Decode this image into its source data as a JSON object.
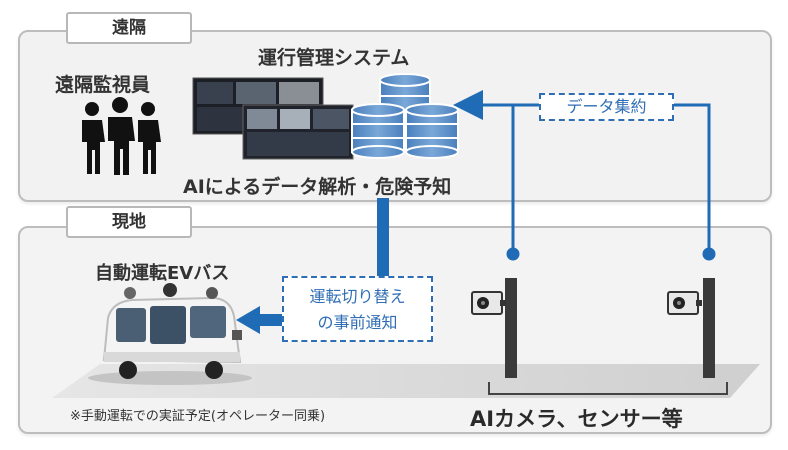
{
  "remote": {
    "tab": "遠隔",
    "observer": "遠隔監視員",
    "system": "運行管理システム",
    "analysis": "AIによるデータ解析・危険予知"
  },
  "site": {
    "tab": "現地",
    "bus": "自動運転EVバス",
    "sensors": "AIカメラ、センサー等",
    "footnote": "※手動運転での実証予定(オペレーター同乗)"
  },
  "callouts": {
    "aggregation": "データ集約",
    "switch_line1": "運転切り替え",
    "switch_line2": "の事前通知"
  },
  "colors": {
    "arrow": "#1f6bb5",
    "dashed": "#2f6eb5",
    "panel": "#f2f2f2",
    "database": "#5a8ec8",
    "pole": "#3a3a3a"
  },
  "icons": [
    "people-icon",
    "monitor-screens-icon",
    "database-icon",
    "camera-icon",
    "pole-icon",
    "ev-bus-icon"
  ]
}
